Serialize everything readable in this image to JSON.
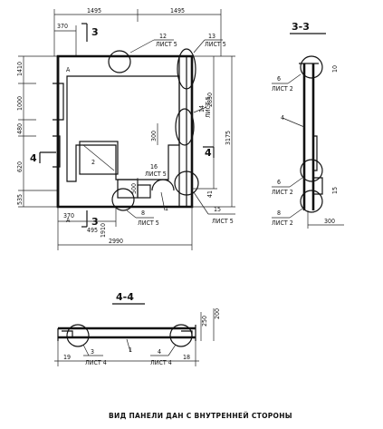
{
  "main_view": {
    "dim_top_left": "1495",
    "dim_top_right": "1495",
    "dim_370": "370",
    "section_mark_3_top": "3",
    "dim_left_1": "1410",
    "dim_left_2": "1000",
    "dim_left_3": "480",
    "dim_left_4": "620",
    "dim_left_5": "535",
    "dim_right_2850": "2850",
    "dim_right_3175": "3175",
    "dim_300": "300",
    "dim_500": "500",
    "dim_bottom_2990": "2990",
    "dim_bottom_1910": "1910",
    "dim_bottom_495": "495",
    "dim_bottom_370": "370",
    "letter_a_top": "A",
    "letter_a_bottom": "A",
    "label_2": "2",
    "section_mark_4_left": "4",
    "section_mark_4_right": "4",
    "section_mark_3_bottom": "3",
    "label_1": "1",
    "callout_12_num": "12",
    "callout_12_sheet": "ЛИСТ 5",
    "callout_13_num": "13",
    "callout_13_sheet": "ЛИСТ 5",
    "callout_14_num": "14",
    "callout_14_sheet": "ЛИСТ 5",
    "callout_15_num": "15",
    "callout_15_sheet": "ЛИСТ 5",
    "callout_8_num": "8",
    "callout_8_sheet": "ЛИСТ 5",
    "callout_16_num": "16",
    "callout_16_sheet": "ЛИСТ 5",
    "dim_41": "41"
  },
  "section_33": {
    "title": "3-3",
    "callout_top_num": "6",
    "callout_top_sheet": "ЛИСТ 2",
    "label_4": "4",
    "dim_10": "10",
    "callout_mid_num": "6",
    "callout_mid_sheet": "ЛИСТ 2",
    "callout_bot_num": "8",
    "callout_bot_sheet": "ЛИСТ 2",
    "dim_15": "15",
    "dim_300": "300"
  },
  "section_44": {
    "title": "4-4",
    "dim_250": "250",
    "dim_200": "200",
    "dim_19": "19",
    "dim_18": "18",
    "callout_3_num": "3",
    "callout_3_sheet": "ЛИСТ 4",
    "label_1": "1",
    "callout_4_num": "4",
    "callout_4_sheet": "ЛИСТ 4"
  },
  "caption": "ВИД ПАНЕЛИ ДАН С ВНУТРЕННЕЙ СТОРОНЫ"
}
